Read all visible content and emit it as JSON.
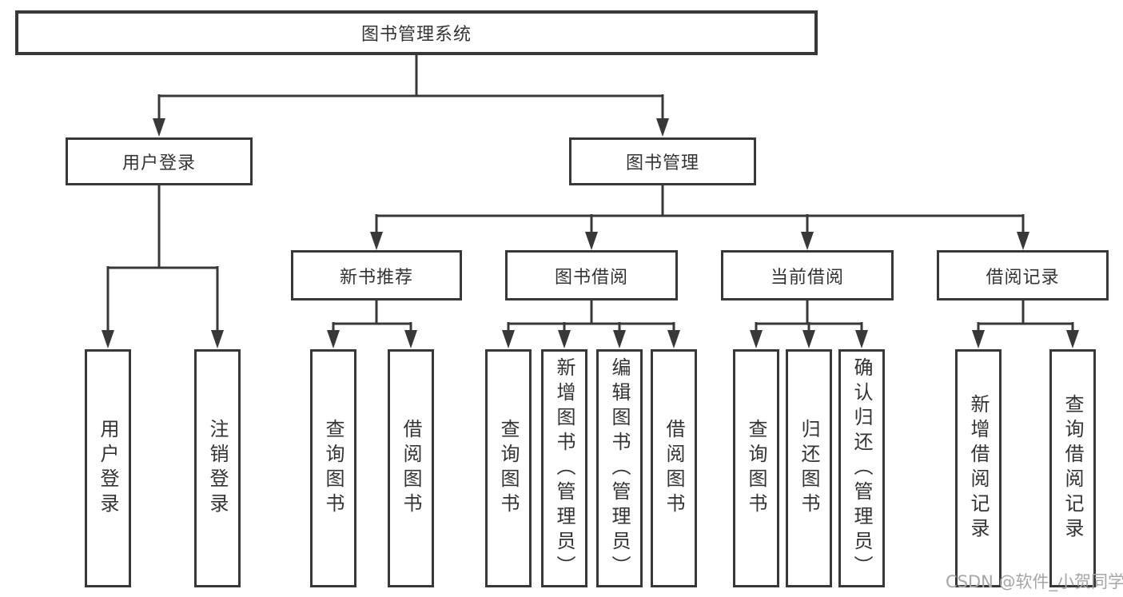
{
  "diagram": {
    "root": {
      "label": "图书管理系统"
    },
    "level1": [
      {
        "label": "用户登录"
      },
      {
        "label": "图书管理"
      }
    ],
    "level2": [
      {
        "label": "新书推荐"
      },
      {
        "label": "图书借阅"
      },
      {
        "label": "当前借阅"
      },
      {
        "label": "借阅记录"
      }
    ],
    "leaves": {
      "user": [
        "用户登录",
        "注销登录"
      ],
      "recommend": [
        "查询图书",
        "借阅图书"
      ],
      "borrow": [
        "查询图书",
        "新增图书（管理员）",
        "编辑图书（管理员）",
        "借阅图书"
      ],
      "current": [
        "查询图书",
        "归还图书",
        "确认归还（管理员）"
      ],
      "records": [
        "新增借阅记录",
        "查询借阅记录"
      ]
    },
    "colors": {
      "line": "#383838",
      "box_border": "#383838",
      "text": "#333333",
      "background": "#ffffff",
      "watermark": "#a6a6a6"
    },
    "watermark": {
      "text": "CSDN @软件_小贺同学"
    }
  }
}
